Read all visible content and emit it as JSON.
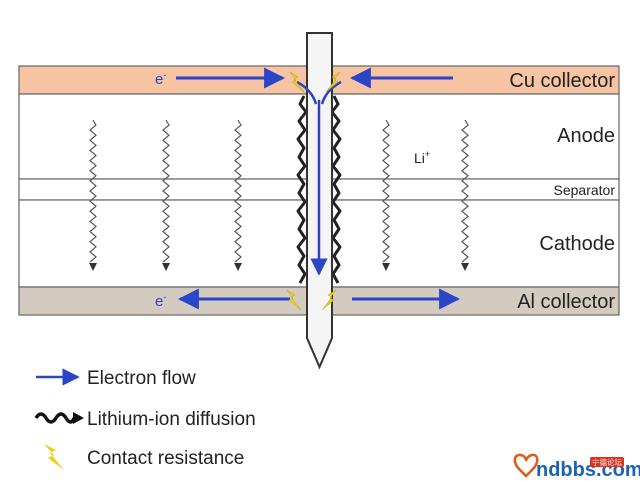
{
  "diagram": {
    "layers": {
      "cu_collector": "Cu collector",
      "anode": "Anode",
      "separator": "Separator",
      "cathode": "Cathode",
      "al_collector": "Al collector"
    },
    "electron_symbol": "e",
    "electron_sup": "-",
    "lithium_label": "Li",
    "lithium_sup": "+"
  },
  "legend": {
    "electron_flow": "Electron flow",
    "lithium_diffusion": "Lithium-ion diffusion",
    "contact_resistance": "Contact resistance"
  },
  "watermark": {
    "text": "ndbbs.com",
    "sub": "宁德论坛"
  },
  "colors": {
    "cu_collector": "#f6c3a3",
    "al_collector": "#d4cbc0",
    "electron_arrow": "#2b45c8",
    "layer_border": "#555555",
    "spark": "#e6d21a"
  }
}
